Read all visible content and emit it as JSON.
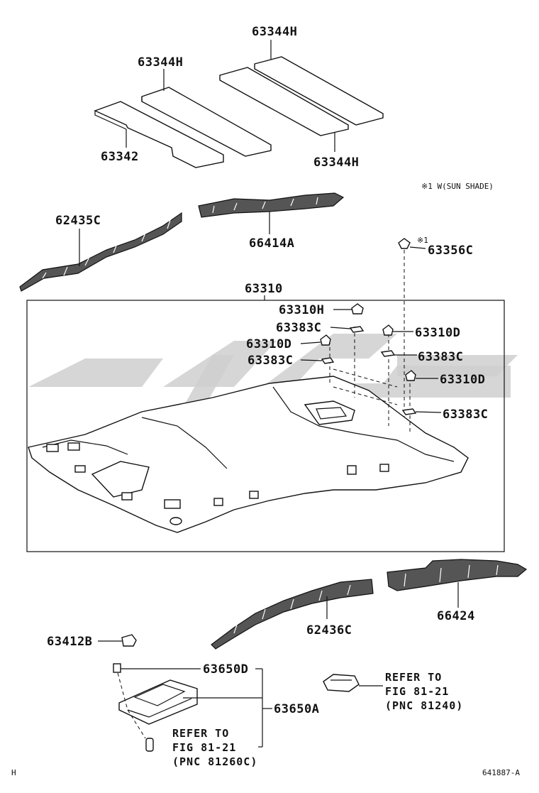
{
  "labels": {
    "p63344H_top": "63344H",
    "p63344H_mid": "63344H",
    "p63344H_right": "63344H",
    "p63342": "63342",
    "p62435C": "62435C",
    "p66414A": "66414A",
    "sun_shade_note": "※1 W(SUN SHADE)",
    "p63356C": "63356C",
    "mark1": "※1",
    "p63310": "63310",
    "p63310H": "63310H",
    "p63383C_a": "63383C",
    "p63310D_a": "63310D",
    "p63310D_b": "63310D",
    "p63383C_b": "63383C",
    "p63383C_c": "63383C",
    "p63310D_c": "63310D",
    "p63383C_d": "63383C",
    "p66424": "66424",
    "p62436C": "62436C",
    "p63412B": "63412B",
    "p63650D": "63650D",
    "p63650A": "63650A"
  },
  "references": {
    "ref_left": [
      "REFER TO",
      "FIG 81-21",
      "(PNC 81260C)"
    ],
    "ref_right": [
      "REFER TO",
      "FIG 81-21",
      "(PNC 81240)"
    ]
  },
  "footer": {
    "corner_letter": "H",
    "figure_id": "641887-A"
  },
  "icons": [
    "clip-icon",
    "lamp-icon",
    "bulb-icon",
    "headliner-icon",
    "pad-icon"
  ]
}
